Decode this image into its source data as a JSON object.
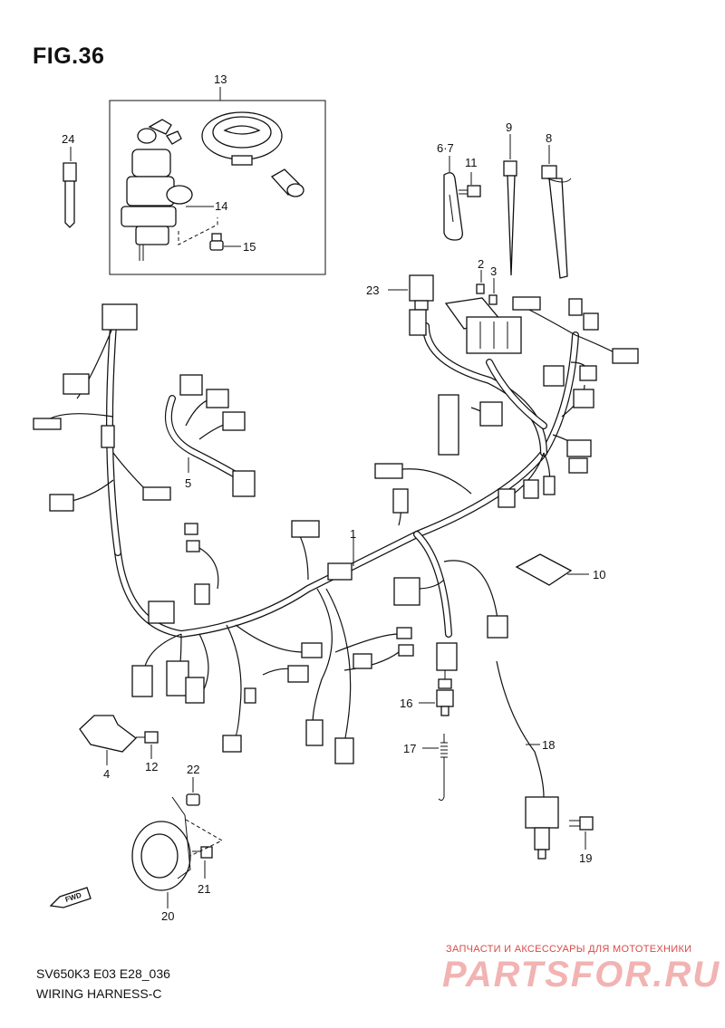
{
  "figure": {
    "title": "FIG.36"
  },
  "footer": {
    "code": "SV650K3 E03 E28_036",
    "name": "WIRING HARNESS-C"
  },
  "watermark": {
    "top_text": "ЗАПЧАСТИ И АКСЕССУАРЫ ДЛЯ МОТОТЕХНИКИ",
    "logo": "PARTSFOR.RU"
  },
  "fwd_label": "FWD",
  "callouts": {
    "c1": "1",
    "c2": "2",
    "c3": "3",
    "c4": "4",
    "c5": "5",
    "c67": "6·7",
    "c8": "8",
    "c9": "9",
    "c10": "10",
    "c11": "11",
    "c12": "12",
    "c13": "13",
    "c14": "14",
    "c15": "15",
    "c16": "16",
    "c17": "17",
    "c18": "18",
    "c19": "19",
    "c20": "20",
    "c21": "21",
    "c22": "22",
    "c23": "23",
    "c24": "24"
  },
  "colors": {
    "line": "#111111",
    "background": "#ffffff",
    "watermark_red": "#d84a4a",
    "watermark_light": "#f2b3b3"
  }
}
